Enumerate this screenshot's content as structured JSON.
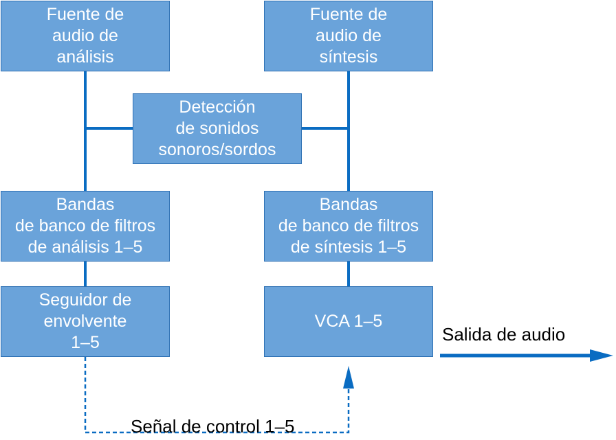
{
  "colors": {
    "box_fill": "#6aa3da",
    "box_border": "#2c6fb3",
    "connector": "#0a6cc2",
    "box_text": "#ffffff",
    "label_text": "#000000"
  },
  "boxes": {
    "analysis_source": {
      "lines": [
        "Fuente de",
        "audio de",
        "análisis"
      ]
    },
    "synthesis_source": {
      "lines": [
        "Fuente de",
        "audio de",
        "síntesis"
      ]
    },
    "voiced_detection": {
      "lines": [
        "Detección",
        "de sonidos",
        "sonoros/sordos"
      ]
    },
    "analysis_filter_bank": {
      "lines": [
        "Bandas",
        "de banco de filtros",
        "de análisis 1–5"
      ]
    },
    "synthesis_filter_bank": {
      "lines": [
        "Bandas",
        "de banco de filtros",
        "de síntesis 1–5"
      ]
    },
    "envelope_follower": {
      "lines": [
        "Seguidor de",
        "envolvente",
        "1–5"
      ]
    },
    "vca": {
      "lines": [
        "VCA 1–5"
      ]
    }
  },
  "labels": {
    "audio_output": "Salida de audio",
    "control_signal": "Señal de control 1–5"
  }
}
